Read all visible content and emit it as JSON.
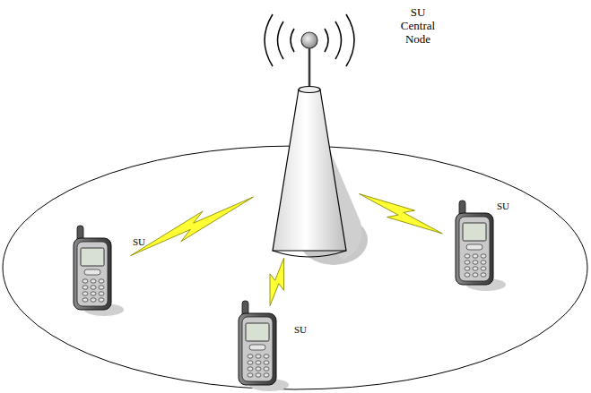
{
  "diagram": {
    "nodes": [
      {
        "text": [
          "SU Central Node"
        ]
      },
      {
        "text": [
          "SU"
        ]
      },
      {
        "text": [
          "SU"
        ]
      },
      {
        "text": [
          "SU"
        ]
      }
    ],
    "edges": [
      {
        "from": 0,
        "to": 1,
        "arrow": "none"
      },
      {
        "from": 0,
        "to": 2,
        "arrow": "none"
      },
      {
        "from": 0,
        "to": 3,
        "arrow": "none"
      }
    ]
  }
}
